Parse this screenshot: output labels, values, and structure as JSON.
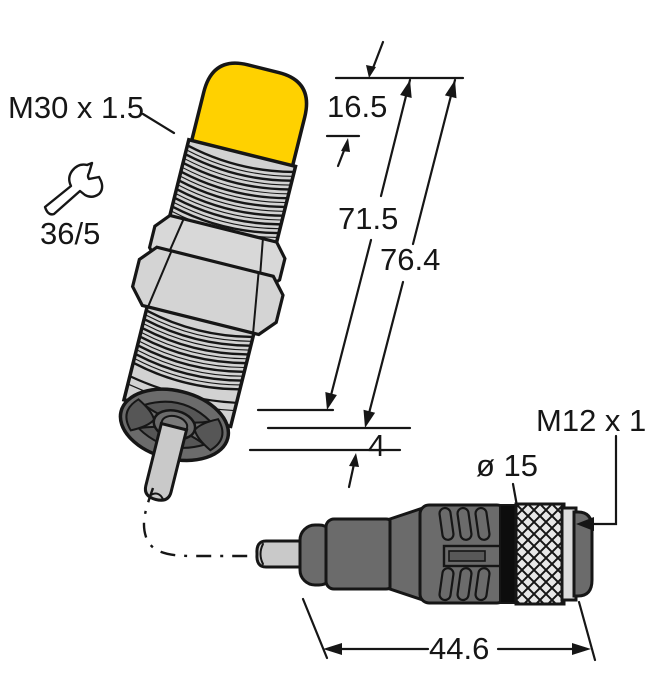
{
  "labels": {
    "thread_size": "M30 x 1.5",
    "wrench_size": "36/5",
    "dim_tip_length": "16.5",
    "dim_thread_length": "71.5",
    "dim_housing_length": "76.4",
    "dim_gland_length": "4",
    "connector_thread": "M12 x 1",
    "connector_diameter": "ø 15",
    "connector_length": "44.6"
  },
  "colors": {
    "sensor_cap_yellow": "#FFD100",
    "body_gray": "#d2d2d2",
    "dark_gray": "#6b6b6b",
    "darker_gray": "#565656",
    "cable_gray": "#c9c9c9",
    "knurl_gray": "#e8e8e8",
    "outline": "#161616",
    "background": "#ffffff"
  }
}
